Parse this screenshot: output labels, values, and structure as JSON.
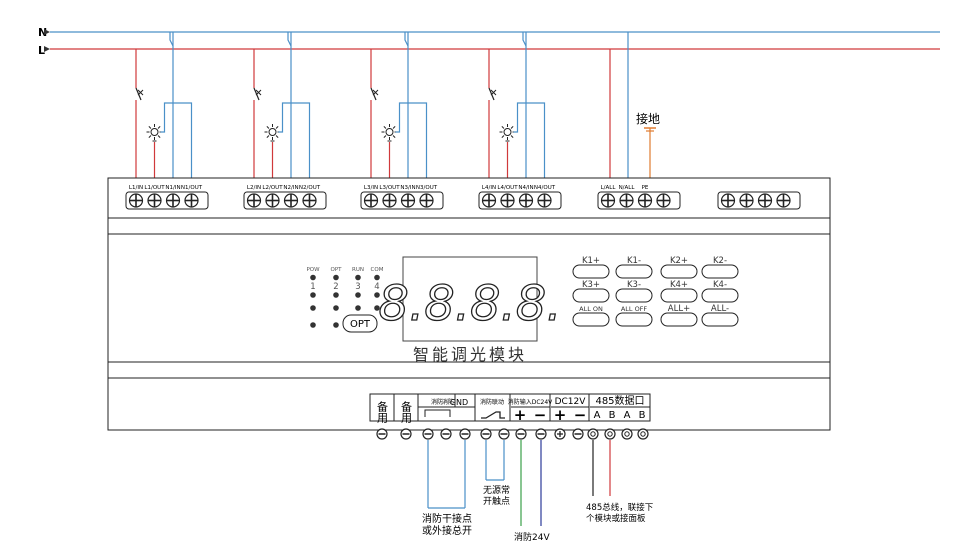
{
  "bus": {
    "neutral_label": "N",
    "line_label": "L",
    "neutral_color": "#4a90c8",
    "line_color": "#d0393b"
  },
  "terminals_top": {
    "groups": [
      [
        "L1/IN",
        "L1/OUT",
        "N1/IN",
        "N1/OUT"
      ],
      [
        "L2/IN",
        "L2/OUT",
        "N2/IN",
        "N2/OUT"
      ],
      [
        "L3/IN",
        "L3/OUT",
        "N3/IN",
        "N3/OUT"
      ],
      [
        "L4/IN",
        "L4/OUT",
        "N4/IN",
        "N4/OUT"
      ],
      [
        "L/ALL",
        "N/ALL",
        "PE",
        ""
      ],
      [
        "",
        "",
        "",
        ""
      ]
    ]
  },
  "ground_label": "接地",
  "ground_color": "#e07b30",
  "panel": {
    "leds": [
      "POW",
      "OPT",
      "RUN",
      "COM"
    ],
    "led_numbers": [
      "1",
      "2",
      "3",
      "4"
    ],
    "opt_button": "OPT",
    "display": "8.8.8.8.",
    "title": "智能调光模块",
    "keys": [
      "K1+",
      "K1-",
      "K2+",
      "K2-",
      "K3+",
      "K3-",
      "K4+",
      "K4-",
      "ALL ON",
      "ALL OFF",
      "ALL+",
      "ALL-"
    ]
  },
  "bottom": {
    "spare1": "备用",
    "spare2": "备用",
    "fire_dry_top_left": "消防",
    "fire_dry_top_right": "消防",
    "gnd": "GND",
    "passive": "消防联动",
    "fire24_header": "消防输入DC24V",
    "dc12": "DC12V",
    "rs485": "485数据口",
    "ab_labels": [
      "A",
      "B",
      "A",
      "B"
    ]
  },
  "notes": {
    "dry_contact": [
      "消防干接点",
      "或外接总开"
    ],
    "passive_no": [
      "无源常",
      "开触点"
    ],
    "fire24": "消防24V",
    "rs485": [
      "485总线，联接下",
      "个模块或接面板"
    ]
  }
}
